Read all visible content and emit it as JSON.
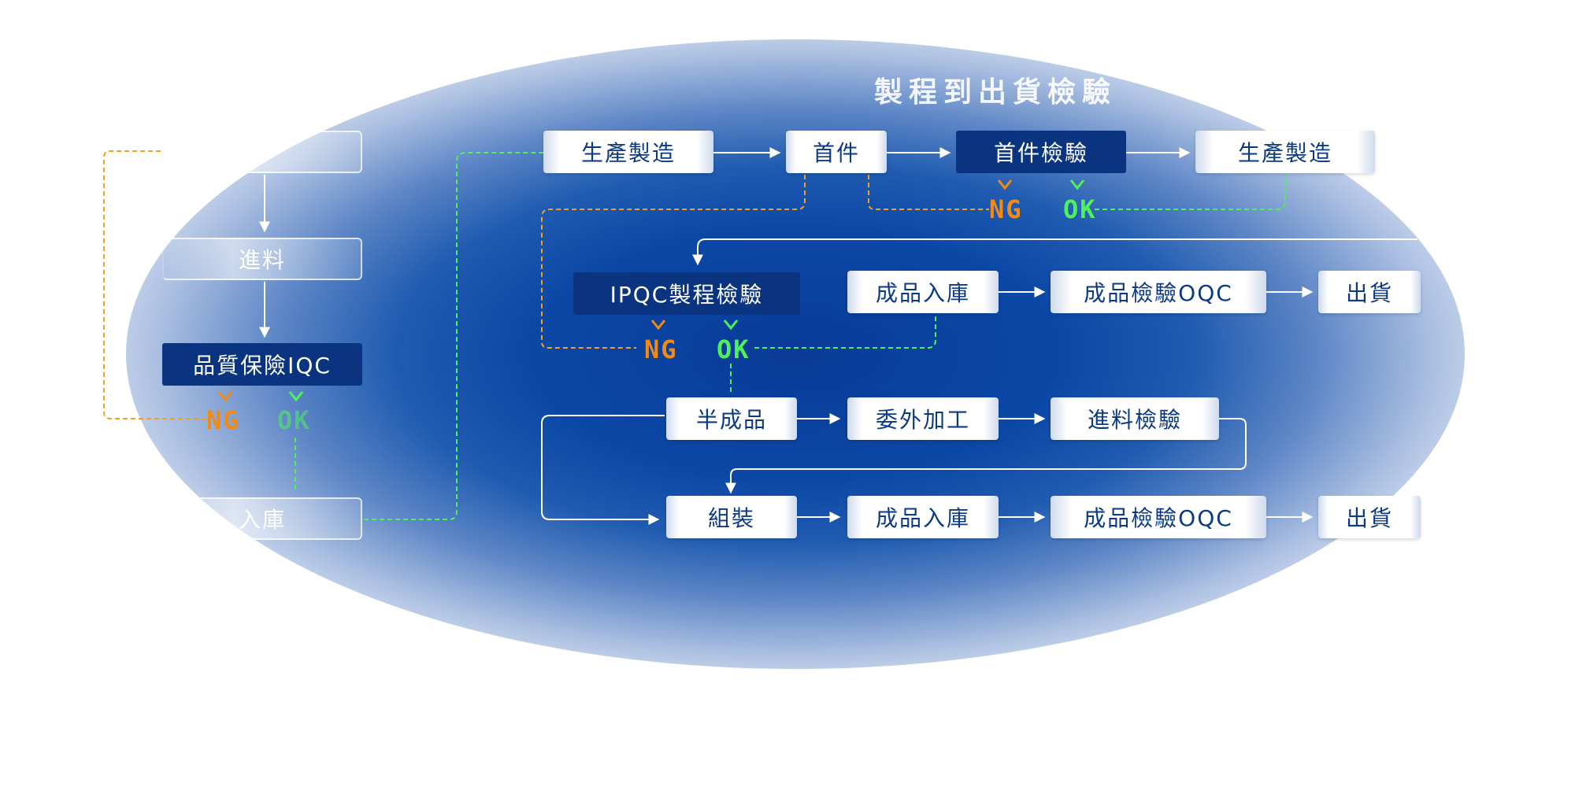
{
  "title": "製程到出貨檢驗",
  "colors": {
    "ng": "#f28a13",
    "ok": "#4ef05b",
    "dark_box": "#0a3480",
    "box_text": "#0b3a84",
    "glow": "#0b48a6"
  },
  "left_flow": {
    "top_box": "",
    "incoming": "進料",
    "iqc": "品質保險IQC",
    "ng": "NG",
    "ok": "OK",
    "storage": "入庫"
  },
  "row1": {
    "production": "生產製造",
    "first_piece": "首件",
    "first_inspection": "首件檢驗",
    "production2": "生產製造",
    "ng": "NG",
    "ok": "OK"
  },
  "row2": {
    "ipqc": "IPQC製程檢驗",
    "storage": "成品入庫",
    "oqc": "成品檢驗OQC",
    "ship": "出貨",
    "ng": "NG",
    "ok": "OK"
  },
  "row3": {
    "semi": "半成品",
    "outsource": "委外加工",
    "incoming_inspection": "進料檢驗"
  },
  "row4": {
    "assembly": "組裝",
    "storage": "成品入庫",
    "oqc": "成品檢驗OQC",
    "ship": "出貨"
  }
}
